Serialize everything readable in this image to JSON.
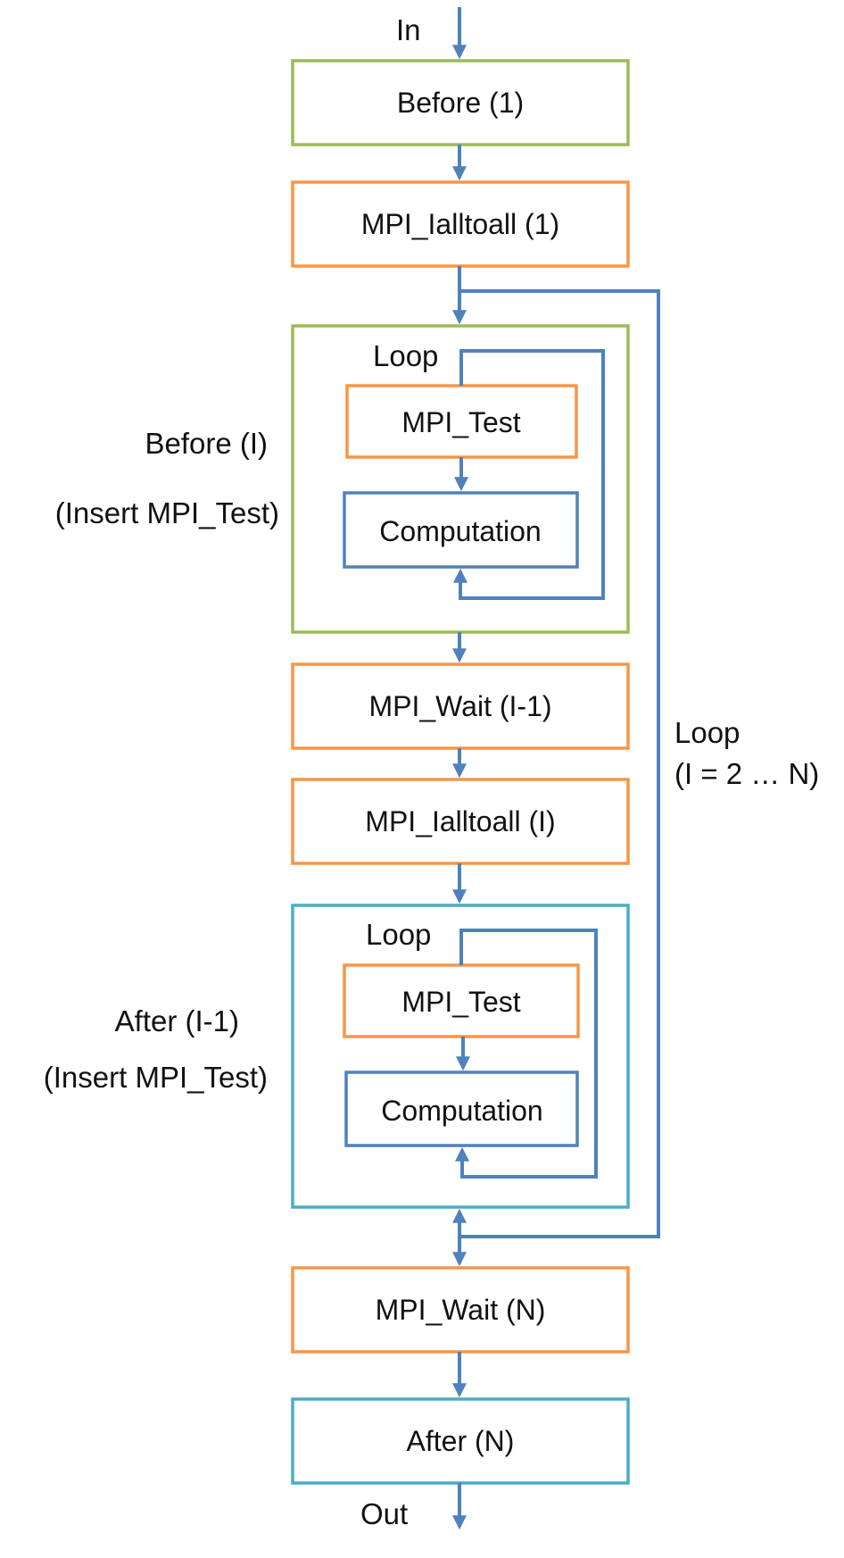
{
  "colors": {
    "green": "#9bbb59",
    "orange": "#f79646",
    "blue": "#4f81bd",
    "cyan": "#4bacc6",
    "arrow": "#4f81bd"
  },
  "labels": {
    "in": "In",
    "out": "Out",
    "before_1": "Before (1)",
    "ialltoall_1": "MPI_Ialltoall (1)",
    "loop_1": "Loop",
    "test_1": "MPI_Test",
    "computation_1": "Computation",
    "before_i": "Before (I)",
    "insert_1": "(Insert MPI_Test)",
    "wait_i": "MPI_Wait (I-1)",
    "ialltoall_i": "MPI_Ialltoall (I)",
    "loop_2": "Loop",
    "test_2": "MPI_Test",
    "computation_2": "Computation",
    "after_i": "After (I-1)",
    "insert_2": "(Insert MPI_Test)",
    "outer_loop": "Loop",
    "outer_range": "(I = 2 … N)",
    "wait_n": "MPI_Wait (N)",
    "after_n": "After (N)"
  }
}
